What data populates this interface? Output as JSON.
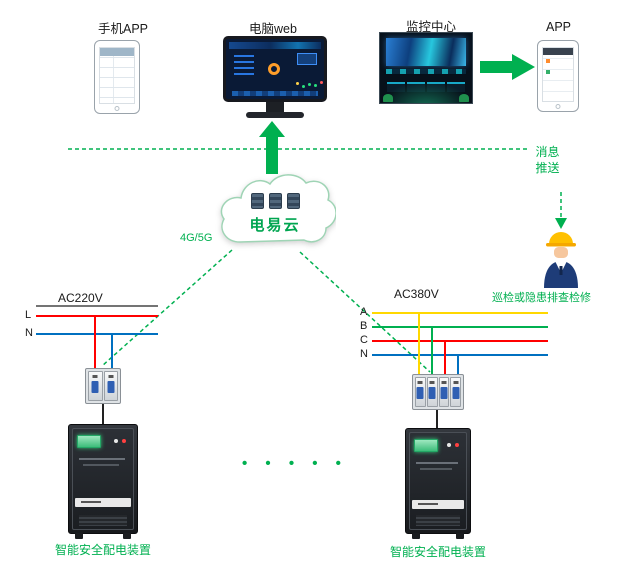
{
  "diagram": {
    "nodes": {
      "phone_app": "手机APP",
      "pc_web": "电脑web",
      "monitoring_center": "监控中心",
      "app": "APP",
      "cloud": "电易云"
    },
    "connections": {
      "network": "4G/5G",
      "message_push": "消息推送"
    },
    "inspection_note": "巡检或隐患排查检修",
    "left_feed": {
      "voltage": "AC220V",
      "wires": [
        "L",
        "N"
      ]
    },
    "right_feed": {
      "voltage": "AC380V",
      "wires": [
        "A",
        "B",
        "C",
        "N"
      ]
    },
    "devices": {
      "left": "智能安全配电装置",
      "right": "智能安全配电装置"
    },
    "ellipsis": "• • • • •"
  },
  "colors": {
    "accent_green": "#00b050",
    "wire_red": "#ff0000",
    "wire_blue": "#0070c0",
    "wire_yellow": "#ffd800",
    "wire_green": "#00b050",
    "wire_black": "#222222"
  }
}
